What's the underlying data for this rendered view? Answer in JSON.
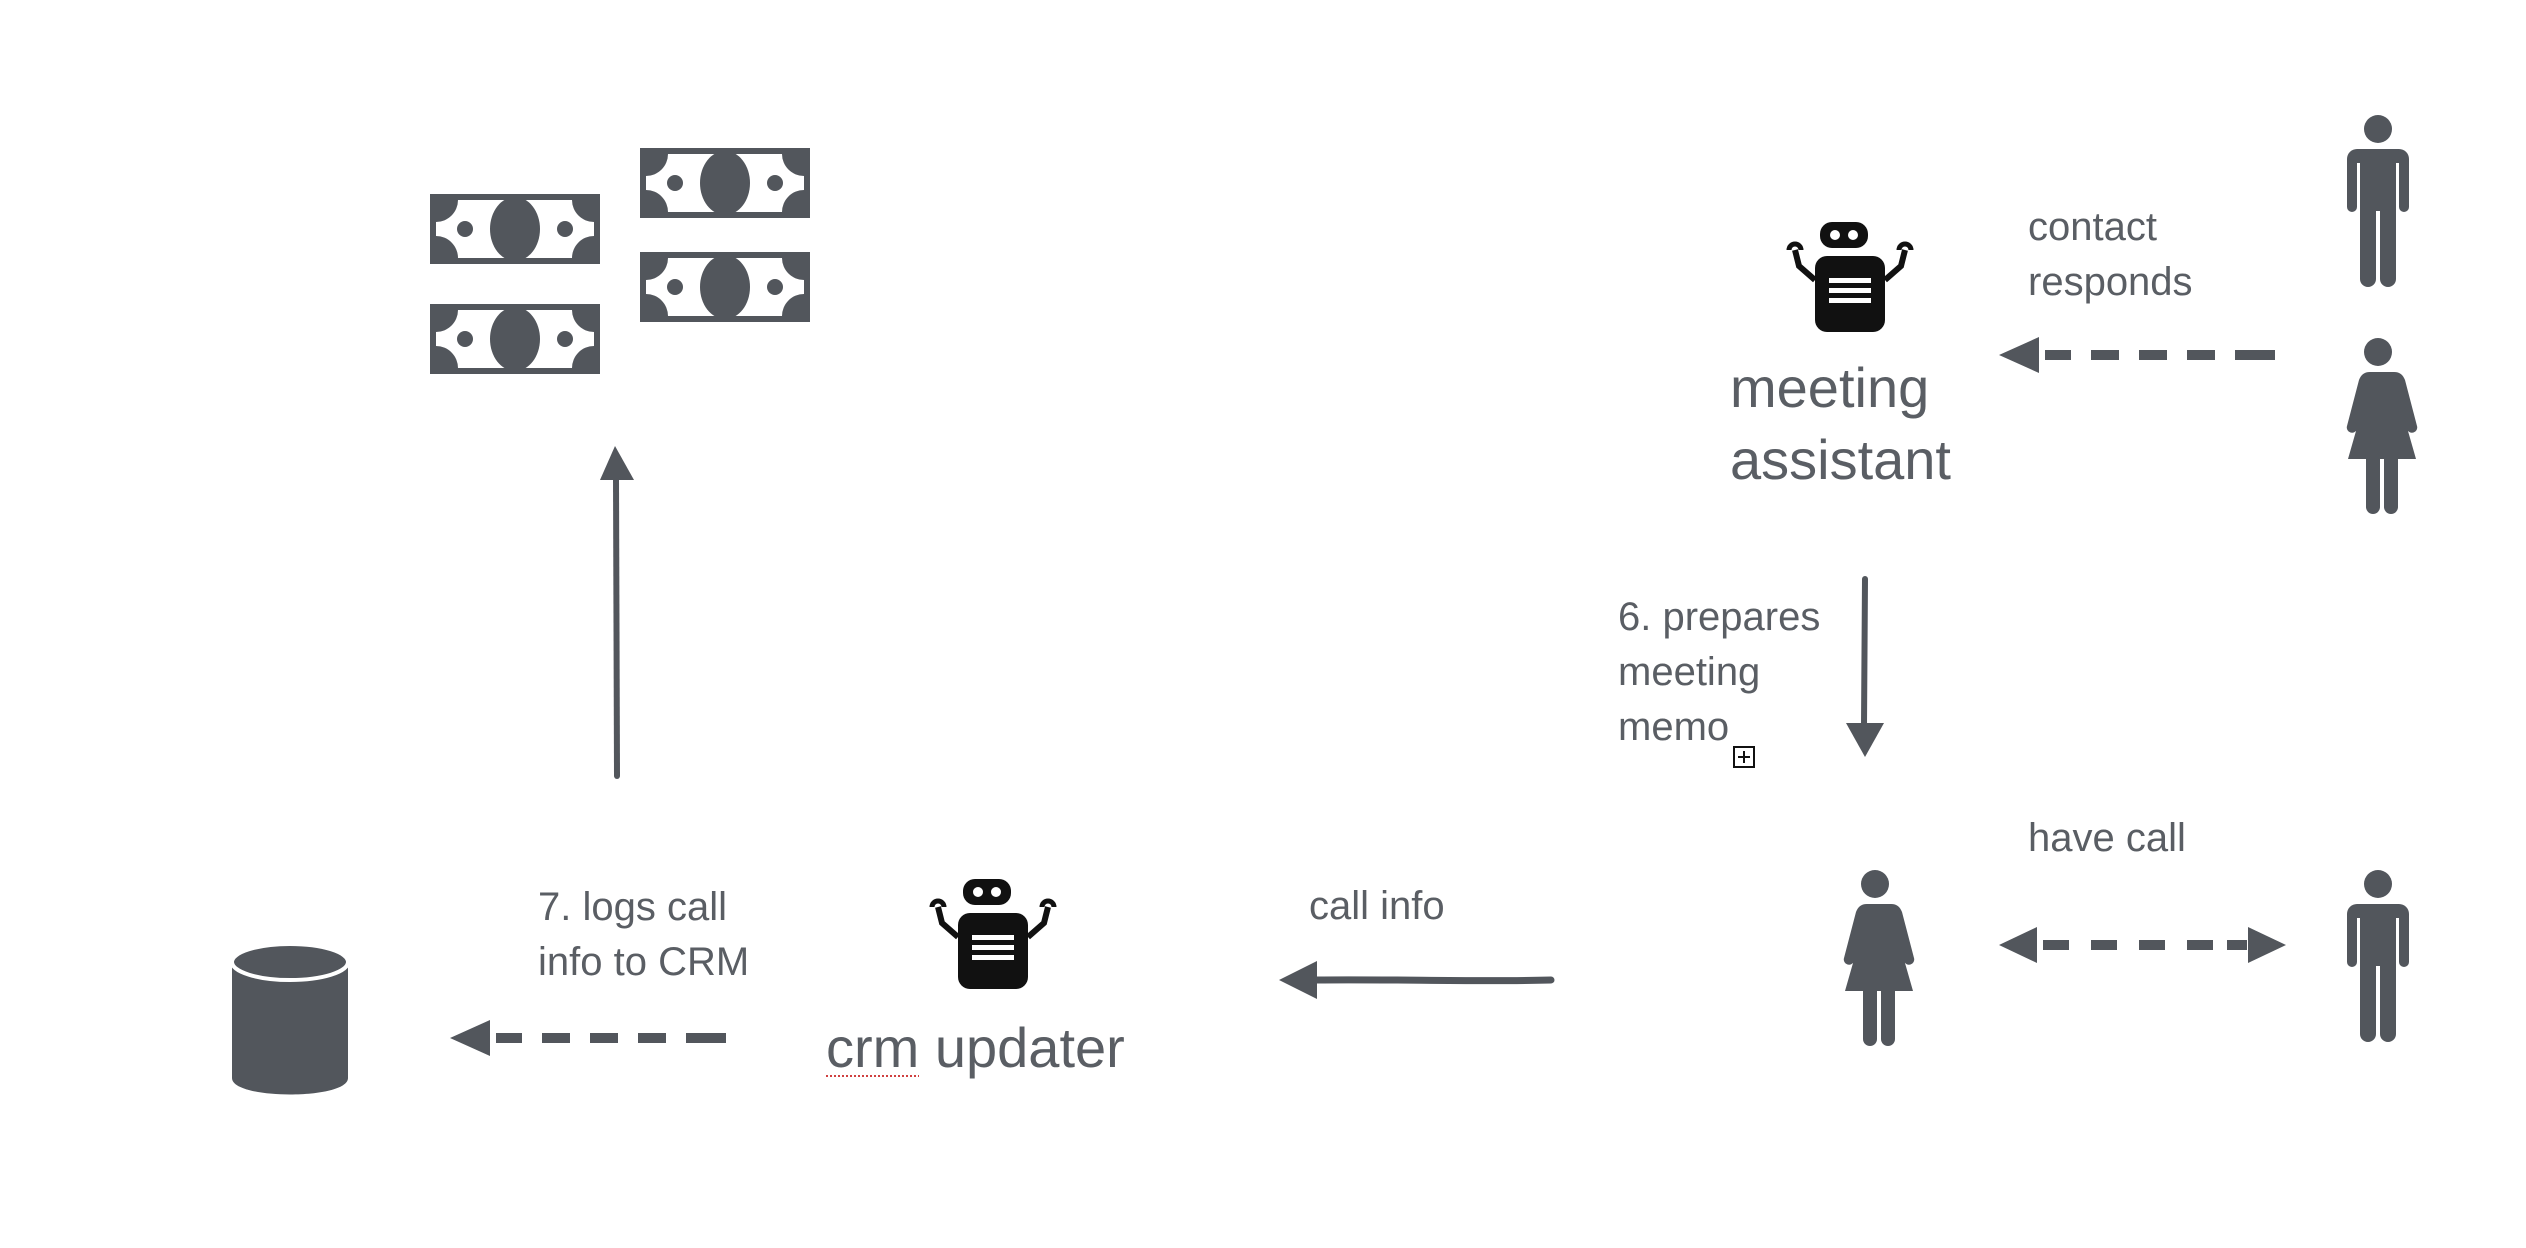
{
  "colors": {
    "ink": "#52565c",
    "robot": "#111111",
    "bg": "#ffffff"
  },
  "labels": {
    "contact_responds": [
      "contact",
      "responds"
    ],
    "meeting_assistant": [
      "meeting",
      "assistant"
    ],
    "prepares_memo": [
      "6. prepares",
      "meeting",
      "memo"
    ],
    "have_call": "have call",
    "call_info": "call info",
    "logs_call": [
      "7. logs call",
      "info to CRM"
    ],
    "crm_updater_word1": "crm",
    "crm_updater_word2": "updater"
  },
  "icons": [
    "money-icon",
    "robot-icon",
    "man-icon",
    "woman-icon",
    "database-icon",
    "arrow-icon",
    "plus-box-icon"
  ]
}
